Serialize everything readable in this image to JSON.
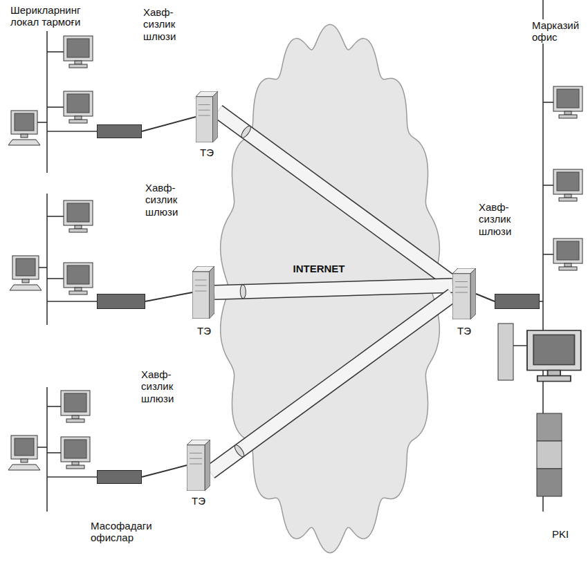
{
  "diagram": {
    "nodes": [
      {
        "text": [
          "Хавф-сизлик шлюзи"
        ]
      },
      {
        "text": [
          "ТЭ"
        ]
      },
      {
        "text": [
          "Хавф-сизлик шлюзи"
        ]
      },
      {
        "text": [
          "ТЭ"
        ]
      },
      {
        "text": [
          "Хавф-сизлик шлюзи"
        ]
      },
      {
        "text": [
          "ТЭ"
        ]
      },
      {
        "text": [
          "INTERNET"
        ]
      },
      {
        "text": [
          "ТЭ"
        ]
      },
      {
        "text": [
          "Хавф-сизлик шлюзи"
        ]
      }
    ],
    "edges": [
      {
        "from": 0,
        "to": 1,
        "arrow": "none"
      },
      {
        "from": 2,
        "to": 3,
        "arrow": "none"
      },
      {
        "from": 4,
        "to": 5,
        "arrow": "none"
      },
      {
        "from": 1,
        "to": 7,
        "arrow": "none"
      },
      {
        "from": 3,
        "to": 7,
        "arrow": "none"
      },
      {
        "from": 5,
        "to": 7,
        "arrow": "none"
      },
      {
        "from": 7,
        "to": 8,
        "arrow": "none"
      }
    ],
    "labels": [
      "Шерикларнинг локал тармоғи",
      "Марказий офис",
      "Масофадаги офислар",
      "PKI"
    ]
  }
}
